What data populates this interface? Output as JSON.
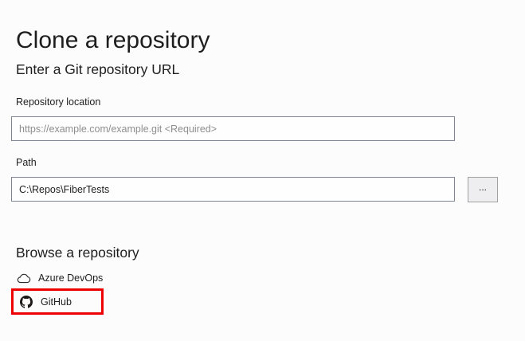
{
  "window": {
    "title": "Clone a repository"
  },
  "url_section": {
    "heading": "Enter a Git repository URL",
    "repository_location": {
      "label": "Repository location",
      "placeholder": "https://example.com/example.git <Required>"
    },
    "path": {
      "label": "Path",
      "value": "C:\\Repos\\FiberTests",
      "browse_button_label": "..."
    }
  },
  "browse_section": {
    "heading": "Browse a repository",
    "providers": [
      {
        "label": "Azure DevOps",
        "icon": "cloud-icon",
        "highlighted": false
      },
      {
        "label": "GitHub",
        "icon": "github-icon",
        "highlighted": true
      }
    ]
  },
  "colors": {
    "background": "#fcfcfc",
    "text_primary": "#1e1e1e",
    "placeholder_text": "#8e8e8e",
    "input_border": "#7f8694",
    "button_background": "#eeedf0",
    "button_border": "#a1a1a1",
    "highlight_border": "#ee0000",
    "icon_dark": "#2b2b2b"
  }
}
